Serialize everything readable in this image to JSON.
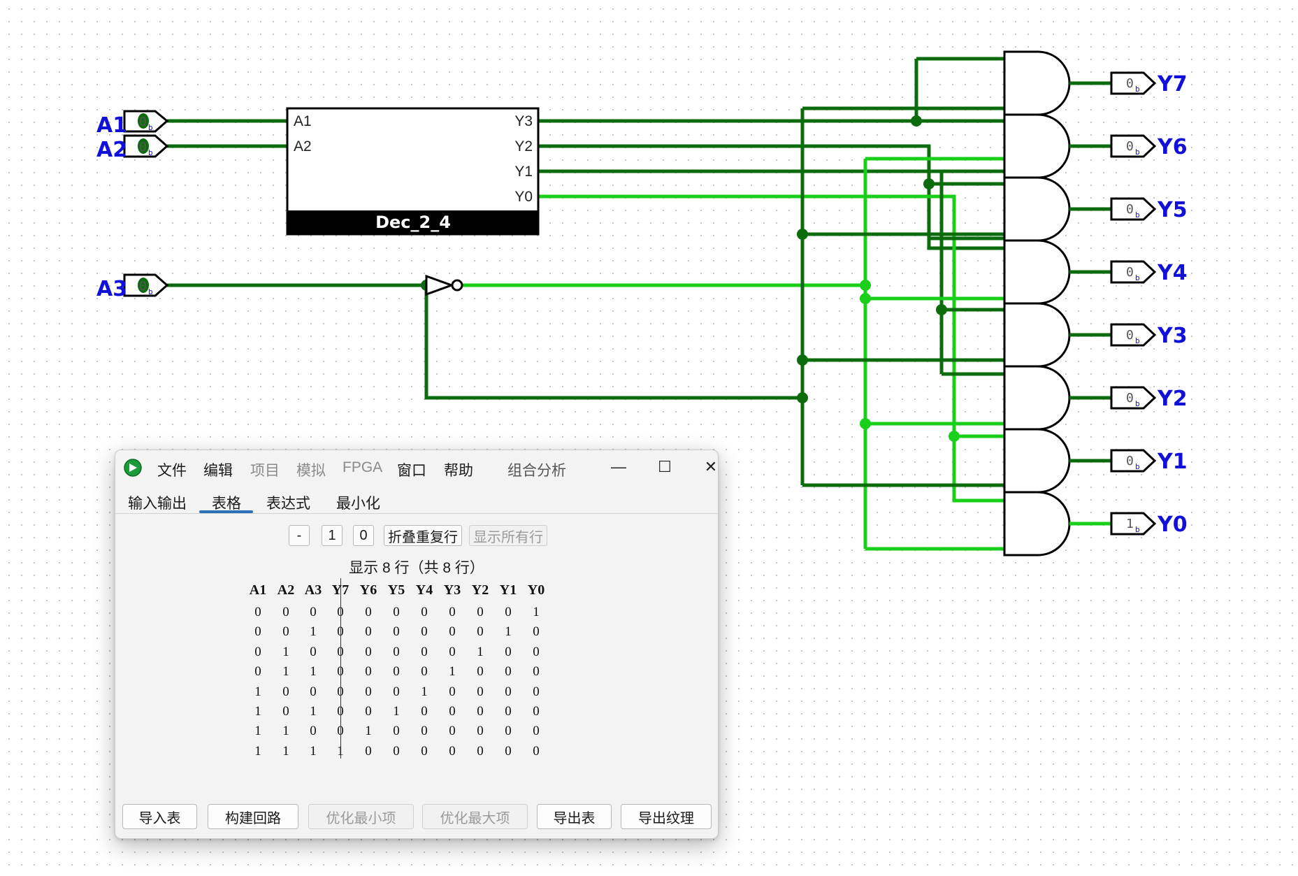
{
  "colors": {
    "wire_dark": "#0c6b0c",
    "wire_light": "#19cf19",
    "pin_label": "#1010d8",
    "gate_stroke": "#000000",
    "window_bg": "#f3f3f3",
    "tab_accent": "#2a6fb8"
  },
  "circuit": {
    "inputs": [
      {
        "label": "A1",
        "value": "0",
        "sub": "b"
      },
      {
        "label": "A2",
        "value": "0",
        "sub": "b"
      },
      {
        "label": "A3",
        "value": "0",
        "sub": "b"
      }
    ],
    "decoder": {
      "name": "Dec_2_4",
      "inputs": [
        "A1",
        "A2"
      ],
      "outputs": [
        "Y3",
        "Y2",
        "Y1",
        "Y0"
      ]
    },
    "gate_not_icon": "not-gate-icon",
    "gate_and_icon": "and-gate-icon",
    "outputs": [
      {
        "label": "Y7",
        "value": "0",
        "sub": "b"
      },
      {
        "label": "Y6",
        "value": "0",
        "sub": "b"
      },
      {
        "label": "Y5",
        "value": "0",
        "sub": "b"
      },
      {
        "label": "Y4",
        "value": "0",
        "sub": "b"
      },
      {
        "label": "Y3",
        "value": "0",
        "sub": "b"
      },
      {
        "label": "Y2",
        "value": "0",
        "sub": "b"
      },
      {
        "label": "Y1",
        "value": "0",
        "sub": "b"
      },
      {
        "label": "Y0",
        "value": "1",
        "sub": "b"
      }
    ]
  },
  "window": {
    "app_icon": "logisim-icon",
    "menu": [
      {
        "label": "文件",
        "enabled": true
      },
      {
        "label": "编辑",
        "enabled": true
      },
      {
        "label": "项目",
        "enabled": false
      },
      {
        "label": "模拟",
        "enabled": false
      },
      {
        "label": "FPGA",
        "enabled": false
      },
      {
        "label": "窗口",
        "enabled": true
      },
      {
        "label": "帮助",
        "enabled": true
      }
    ],
    "title": "组合分析",
    "controls": {
      "minimize": "—",
      "maximize": "☐",
      "close": "✕"
    },
    "tabs": [
      "输入输出",
      "表格",
      "表达式",
      "最小化"
    ],
    "active_tab": "表格",
    "toolbar": {
      "minus": "-",
      "one": "1",
      "zero": "0",
      "collapse": "折叠重复行",
      "show_all": "显示所有行"
    },
    "rows_info": "显示 8 行（共 8 行）",
    "truth_table": {
      "inputs": [
        "A1",
        "A2",
        "A3"
      ],
      "outputs": [
        "Y7",
        "Y6",
        "Y5",
        "Y4",
        "Y3",
        "Y2",
        "Y1",
        "Y0"
      ],
      "rows": [
        [
          "0",
          "0",
          "0",
          "0",
          "0",
          "0",
          "0",
          "0",
          "0",
          "0",
          "1"
        ],
        [
          "0",
          "0",
          "1",
          "0",
          "0",
          "0",
          "0",
          "0",
          "0",
          "1",
          "0"
        ],
        [
          "0",
          "1",
          "0",
          "0",
          "0",
          "0",
          "0",
          "0",
          "1",
          "0",
          "0"
        ],
        [
          "0",
          "1",
          "1",
          "0",
          "0",
          "0",
          "0",
          "1",
          "0",
          "0",
          "0"
        ],
        [
          "1",
          "0",
          "0",
          "0",
          "0",
          "0",
          "1",
          "0",
          "0",
          "0",
          "0"
        ],
        [
          "1",
          "0",
          "1",
          "0",
          "0",
          "1",
          "0",
          "0",
          "0",
          "0",
          "0"
        ],
        [
          "1",
          "1",
          "0",
          "0",
          "1",
          "0",
          "0",
          "0",
          "0",
          "0",
          "0"
        ],
        [
          "1",
          "1",
          "1",
          "1",
          "0",
          "0",
          "0",
          "0",
          "0",
          "0",
          "0"
        ]
      ]
    },
    "buttons": [
      {
        "label": "导入表",
        "enabled": true
      },
      {
        "label": "构建回路",
        "enabled": true
      },
      {
        "label": "优化最小项",
        "enabled": false
      },
      {
        "label": "优化最大项",
        "enabled": false
      },
      {
        "label": "导出表",
        "enabled": true
      },
      {
        "label": "导出纹理",
        "enabled": true
      }
    ]
  }
}
